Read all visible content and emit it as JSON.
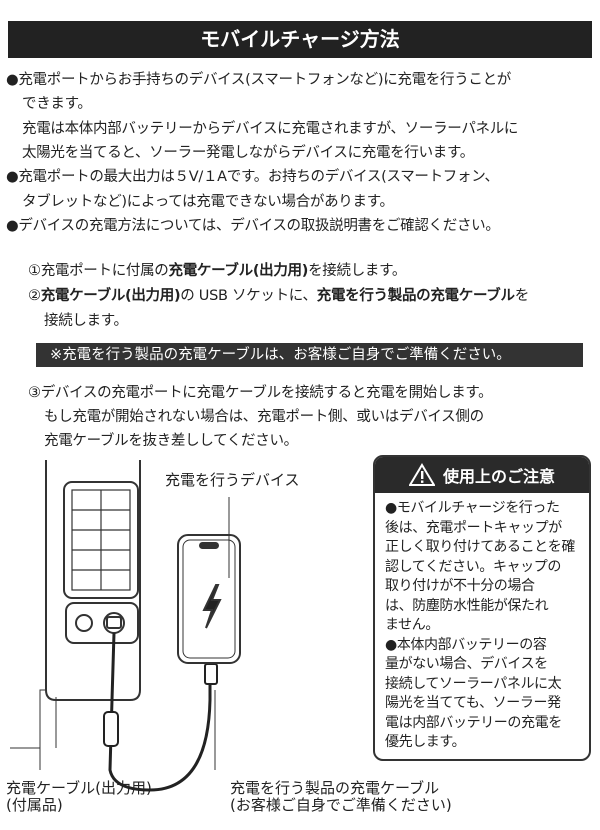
{
  "title": "モバイルチャージ方法",
  "bullets": [
    {
      "lines": [
        "●充電ポートからお手持ちのデバイス(スマートフォンなど)に充電を行うことが",
        "できます。",
        "充電は本体内部バッテリーからデバイスに充電されますが、ソーラーパネルに",
        "太陽光を当てると、ソーラー発電しながらデバイスに充電を行います。"
      ]
    },
    {
      "lines": [
        "●充電ポートの最大出力は５V/１Aです。お持ちのデバイス(スマートフォン、",
        "タブレットなど)によっては充電できない場合があります。"
      ]
    },
    {
      "lines": [
        "●デバイスの充電方法については、デバイスの取扱説明書をご確認ください。"
      ]
    }
  ],
  "steps": {
    "s1": {
      "a": "①充電ポートに付属の",
      "b": "充電ケーブル(出力用)",
      "c": "を接続します。"
    },
    "s2": {
      "a": "②",
      "b": "充電ケーブル(出力用)",
      "c": "の USB ソケットに、",
      "d": "充電を行う製品の充電ケーブル",
      "e": "を",
      "f": "接続します。"
    },
    "note": "※充電を行う製品の充電ケーブルは、お客様ご自身でご準備ください。",
    "s3": [
      "③デバイスの充電ポートに充電ケーブルを接続すると充電を開始します。",
      "もし充電が開始されない場合は、充電ポート側、或いはデバイス側の",
      "充電ケーブルを抜き差ししてください。"
    ]
  },
  "caution": {
    "title": "使用上のご注意",
    "icon": "warning-icon",
    "body": [
      "●モバイルチャージを行った",
      "後は、充電ポートキャップが",
      "正しく取り付けてあることを確",
      "認してください。キャップの",
      "取り付けが不十分の場合",
      "は、防塵防水性能が保たれ",
      "ません。",
      "●本体内部バッテリーの容",
      "量がない場合、デバイスを",
      "接続してソーラーパネルに太",
      "陽光を当てても、ソーラー発",
      "電は内部バッテリーの充電を",
      "優先します。"
    ]
  },
  "diagram": {
    "device_label": "充電を行うデバイス",
    "cable_out_label": [
      "充電ケーブル(出力用)",
      "(付属品)"
    ],
    "product_cable_label": [
      "充電を行う製品の充電ケーブル",
      "(お客様ご自身でご準備ください)"
    ]
  }
}
